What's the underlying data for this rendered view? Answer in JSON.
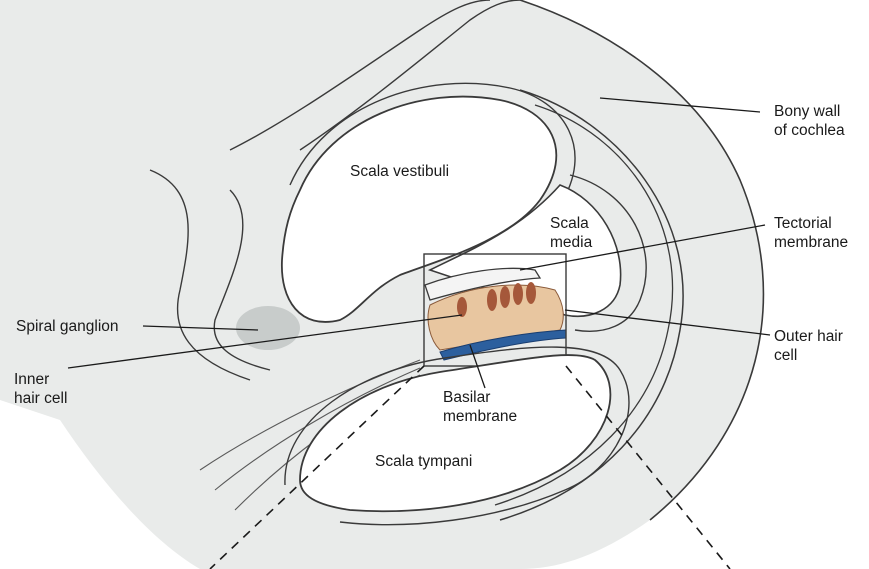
{
  "labels": {
    "bony_wall": "Bony wall\nof cochlea",
    "scala_vestibuli": "Scala vestibuli",
    "scala_media": "Scala\nmedia",
    "tectorial_membrane": "Tectorial\nmembrane",
    "spiral_ganglion": "Spiral ganglion",
    "outer_hair_cell": "Outer hair\ncell",
    "inner_hair_cell": "Inner\nhair cell",
    "basilar_membrane": "Basilar\nmembrane",
    "scala_tympani": "Scala tympani"
  },
  "colors": {
    "bone": "#e9ebea",
    "outline": "#3a3a3a",
    "organ_of_corti": "#e8c6a0",
    "hair_cells": "#a5583a",
    "basilar_membrane": "#2c5f9e",
    "chamber": "#ffffff"
  }
}
